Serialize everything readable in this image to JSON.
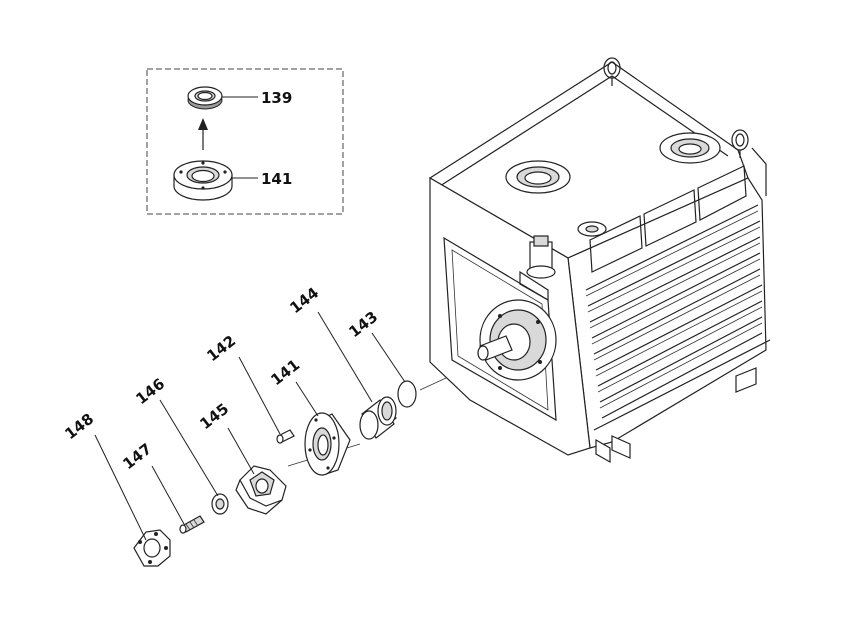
{
  "inset": {
    "labels": [
      {
        "id": "inset-label-139",
        "text": "139"
      },
      {
        "id": "inset-label-141",
        "text": "141"
      }
    ]
  },
  "callouts": [
    {
      "id": "callout-148",
      "text": "148"
    },
    {
      "id": "callout-147",
      "text": "147"
    },
    {
      "id": "callout-146",
      "text": "146"
    },
    {
      "id": "callout-145",
      "text": "145"
    },
    {
      "id": "callout-142",
      "text": "142"
    },
    {
      "id": "callout-141",
      "text": "141"
    },
    {
      "id": "callout-144",
      "text": "144"
    },
    {
      "id": "callout-143",
      "text": "143"
    }
  ]
}
